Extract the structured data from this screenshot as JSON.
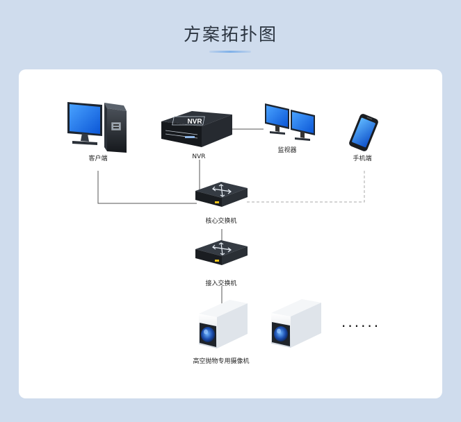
{
  "title": "方案拓扑图",
  "nodes": {
    "client": "客户端",
    "nvr": "NVR",
    "nvr_screen": "NVR",
    "monitor": "监视器",
    "phone": "手机端",
    "core_switch": "核心交换机",
    "access_switch": "接入交换机",
    "camera": "高空抛物专用摄像机"
  },
  "more": "......"
}
